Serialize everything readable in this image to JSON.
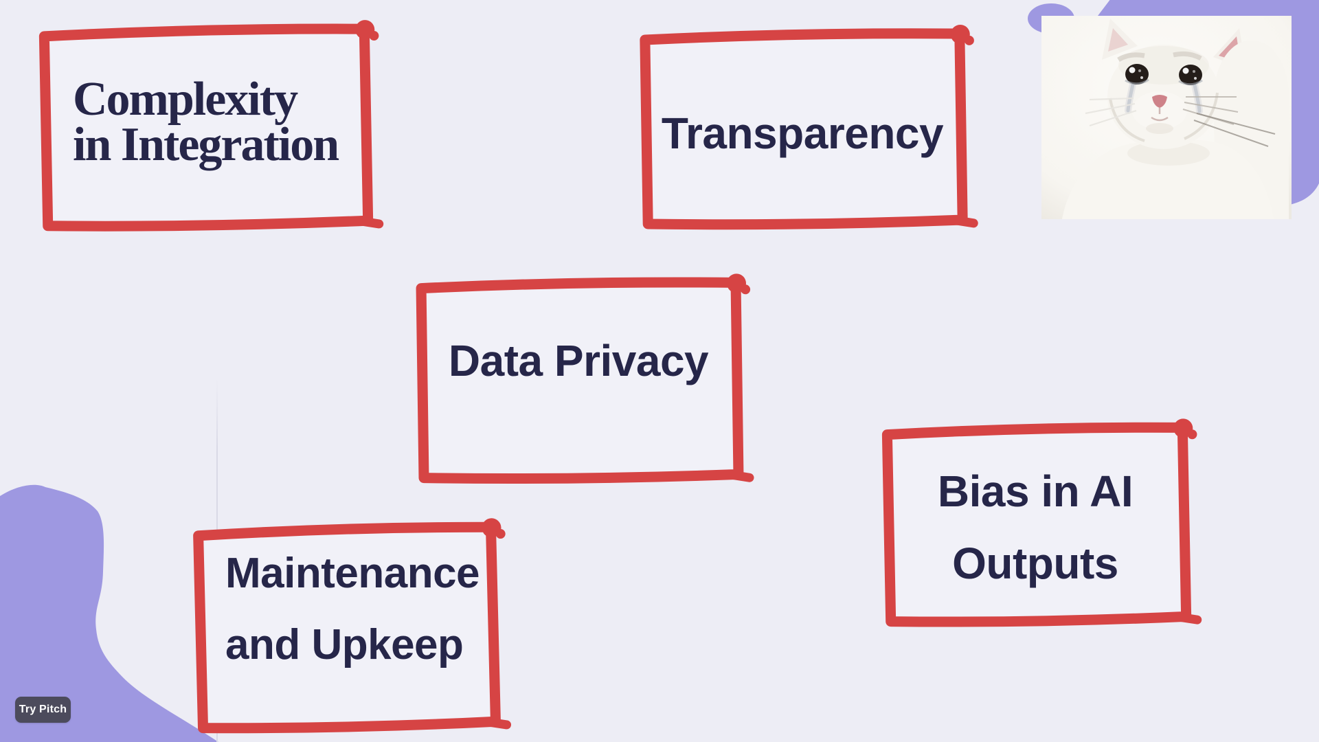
{
  "slide": {
    "cards": [
      {
        "name": "complexity-in-integration",
        "lines": [
          "Complexity",
          "in Integration"
        ]
      },
      {
        "name": "transparency",
        "lines": [
          "Transparency"
        ]
      },
      {
        "name": "data-privacy",
        "lines": [
          "Data Privacy"
        ]
      },
      {
        "name": "maintenance-and-upkeep",
        "lines": [
          "Maintenance",
          "and Upkeep"
        ]
      },
      {
        "name": "bias-in-ai-outputs",
        "lines": [
          "Bias in AI",
          "Outputs"
        ]
      }
    ],
    "image": {
      "description": "crying cat meme photo"
    },
    "watermark": {
      "label": "Try Pitch"
    }
  },
  "colors": {
    "background": "#EDEDF5",
    "card_fill": "#F1F1F8",
    "frame_red": "#D64444",
    "text_navy": "#262649",
    "blob_purple": "#9E98E1",
    "badge_bg": "#4C4B5C",
    "badge_text": "#FFFFFF"
  }
}
